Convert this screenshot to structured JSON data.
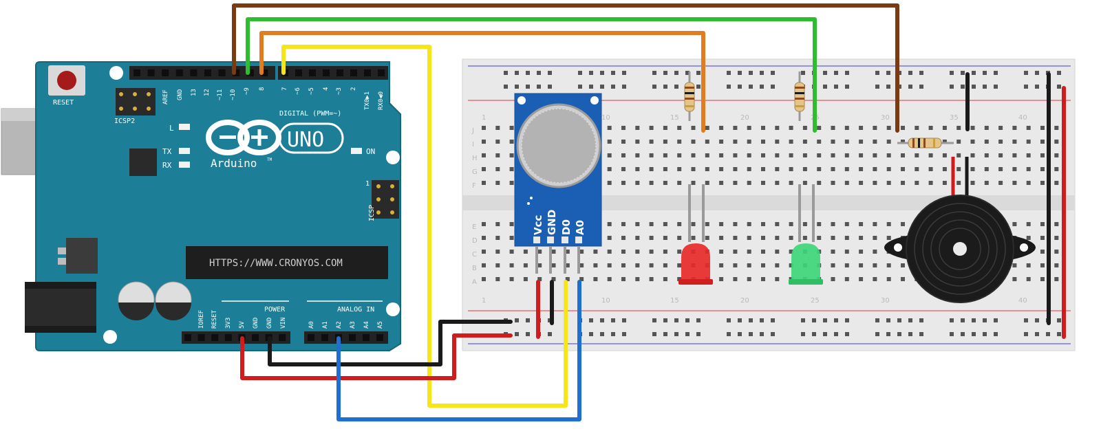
{
  "colors": {
    "board": "#1d7f97",
    "board_dark": "#15667a",
    "breadboard": "#e9e9e9",
    "wire_brown": "#7a3a12",
    "wire_green": "#2fbd2f",
    "wire_orange": "#e07d22",
    "wire_yellow": "#f6e617",
    "wire_red": "#d01c1c",
    "wire_black": "#1a1a1a",
    "wire_blue": "#1f6fd1"
  },
  "arduino": {
    "reset_label": "RESET",
    "icsp2_label": "ICSP2",
    "icsp_label": "ICSP",
    "icsp_pin1": "1",
    "led_l": "L",
    "led_tx": "TX",
    "led_rx": "RX",
    "on_label": "ON",
    "uno_text": "UNO",
    "brand": "Arduino",
    "tm": "TM",
    "digital_label": "DIGITAL (PWM=~)",
    "chip_label": "HTTPS://WWW.CRONYOS.COM",
    "power_label": "POWER",
    "analog_label": "ANALOG IN",
    "top_pins": [
      "AREF",
      "GND",
      "13",
      "12",
      "~11",
      "~10",
      "~9",
      "8",
      "7",
      "~6",
      "~5",
      "4",
      "~3",
      "2",
      "TX0▶1",
      "RX0◀0"
    ],
    "power_pins": [
      "IOREF",
      "RESET",
      "3V3",
      "5V",
      "GND",
      "GND",
      "VIN"
    ],
    "analog_pins": [
      "A0",
      "A1",
      "A2",
      "A3",
      "A4",
      "A5"
    ]
  },
  "sensor": {
    "pins": [
      "Vcc",
      "GND",
      "D0",
      "A0"
    ]
  },
  "breadboard": {
    "rows_top": [
      "J",
      "I",
      "H",
      "G",
      "F"
    ],
    "rows_bottom": [
      "E",
      "D",
      "C",
      "B",
      "A"
    ],
    "col_numbers_top": [
      "1",
      "10",
      "15",
      "20",
      "25",
      "30",
      "35",
      "40"
    ],
    "col_numbers_bottom": [
      "1",
      "10",
      "15",
      "20",
      "25",
      "30",
      "35",
      "40"
    ]
  }
}
